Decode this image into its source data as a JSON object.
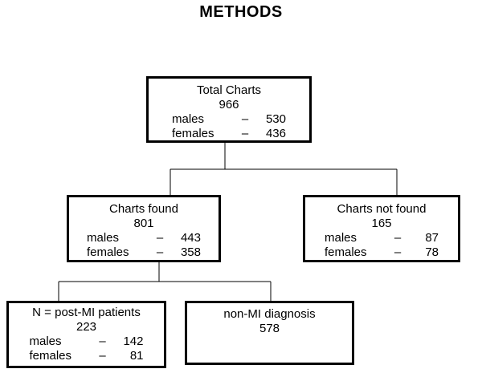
{
  "heading": "METHODS",
  "total": {
    "title": "Total Charts",
    "count": "966",
    "males_label": "males",
    "males_dash": "–",
    "males_value": "530",
    "females_label": "females",
    "females_dash": "–",
    "females_value": "436"
  },
  "found": {
    "title": "Charts found",
    "count": "801",
    "males_label": "males",
    "males_dash": "–",
    "males_value": "443",
    "females_label": "females",
    "females_dash": "–",
    "females_value": "358"
  },
  "not_found": {
    "title": "Charts not found",
    "count": "165",
    "males_label": "males",
    "males_dash": "–",
    "males_value": "87",
    "females_label": "females",
    "females_dash": "–",
    "females_value": "78"
  },
  "post_mi": {
    "title": "N = post-MI patients",
    "count": "223",
    "males_label": "males",
    "males_dash": "–",
    "males_value": "142",
    "females_label": "females",
    "females_dash": "–",
    "females_value": "81"
  },
  "non_mi": {
    "title": "non-MI diagnosis",
    "count": "578"
  }
}
